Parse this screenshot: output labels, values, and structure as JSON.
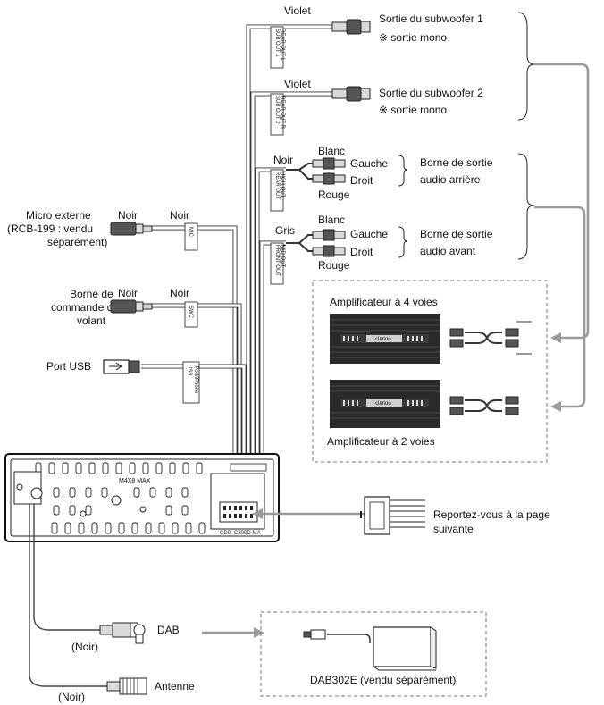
{
  "outputs": {
    "sub1": {
      "color": "Violet",
      "tag": [
        "SUB OUT 1",
        "REAR OUT L"
      ],
      "label1": "Sortie du subwoofer 1",
      "label2": "※ sortie mono"
    },
    "sub2": {
      "color": "Violet",
      "tag": [
        "SUB OUT 2",
        "REAR OUT R"
      ],
      "label1": "Sortie du subwoofer 2",
      "label2": "※ sortie mono"
    },
    "rear": {
      "color": "Noir",
      "tag": [
        "REAR OUT",
        "HIGH OUT"
      ],
      "white": "Blanc",
      "red": "Rouge",
      "left": "Gauche",
      "right": "Droit",
      "group1": "Borne de sortie",
      "group2": "audio arrière"
    },
    "front": {
      "color": "Gris",
      "tag": [
        "FRONT OUT",
        "MID OUT"
      ],
      "white": "Blanc",
      "red": "Rouge",
      "left": "Gauche",
      "right": "Droit",
      "group1": "Borne de sortie",
      "group2": "audio avant"
    }
  },
  "inputs": {
    "mic": {
      "label": [
        "Micro externe",
        "(RCB-199 : vendu",
        "séparément)"
      ],
      "color1": "Noir",
      "color2": "Noir",
      "tag": "MIC"
    },
    "swc": {
      "label": [
        "Borne de",
        "commande du",
        "volant"
      ],
      "color1": "Noir",
      "color2": "Noir",
      "tag": "SWC"
    },
    "usb": {
      "label": "Port USB",
      "tag": [
        "USB",
        "iPod/iPhone"
      ]
    }
  },
  "amplifiers": {
    "amp4": {
      "label": "Amplificateur à 4 voies",
      "brand": "clarion"
    },
    "amp2": {
      "label": "Amplificateur à 2 voies",
      "brand": "clarion"
    }
  },
  "unit": {
    "screw_label": "M4X8 MAX",
    "port_labels": [
      "CD0",
      "C800D-MA"
    ]
  },
  "harness": {
    "label": [
      "Reportez-vous à la page",
      "suivante"
    ]
  },
  "antenna": {
    "dab": {
      "label": "DAB",
      "color": "(Noir)"
    },
    "am": {
      "label": "Antenne",
      "color": "(Noir)"
    }
  },
  "dab_module": {
    "label": "DAB302E (vendu séparément)"
  }
}
